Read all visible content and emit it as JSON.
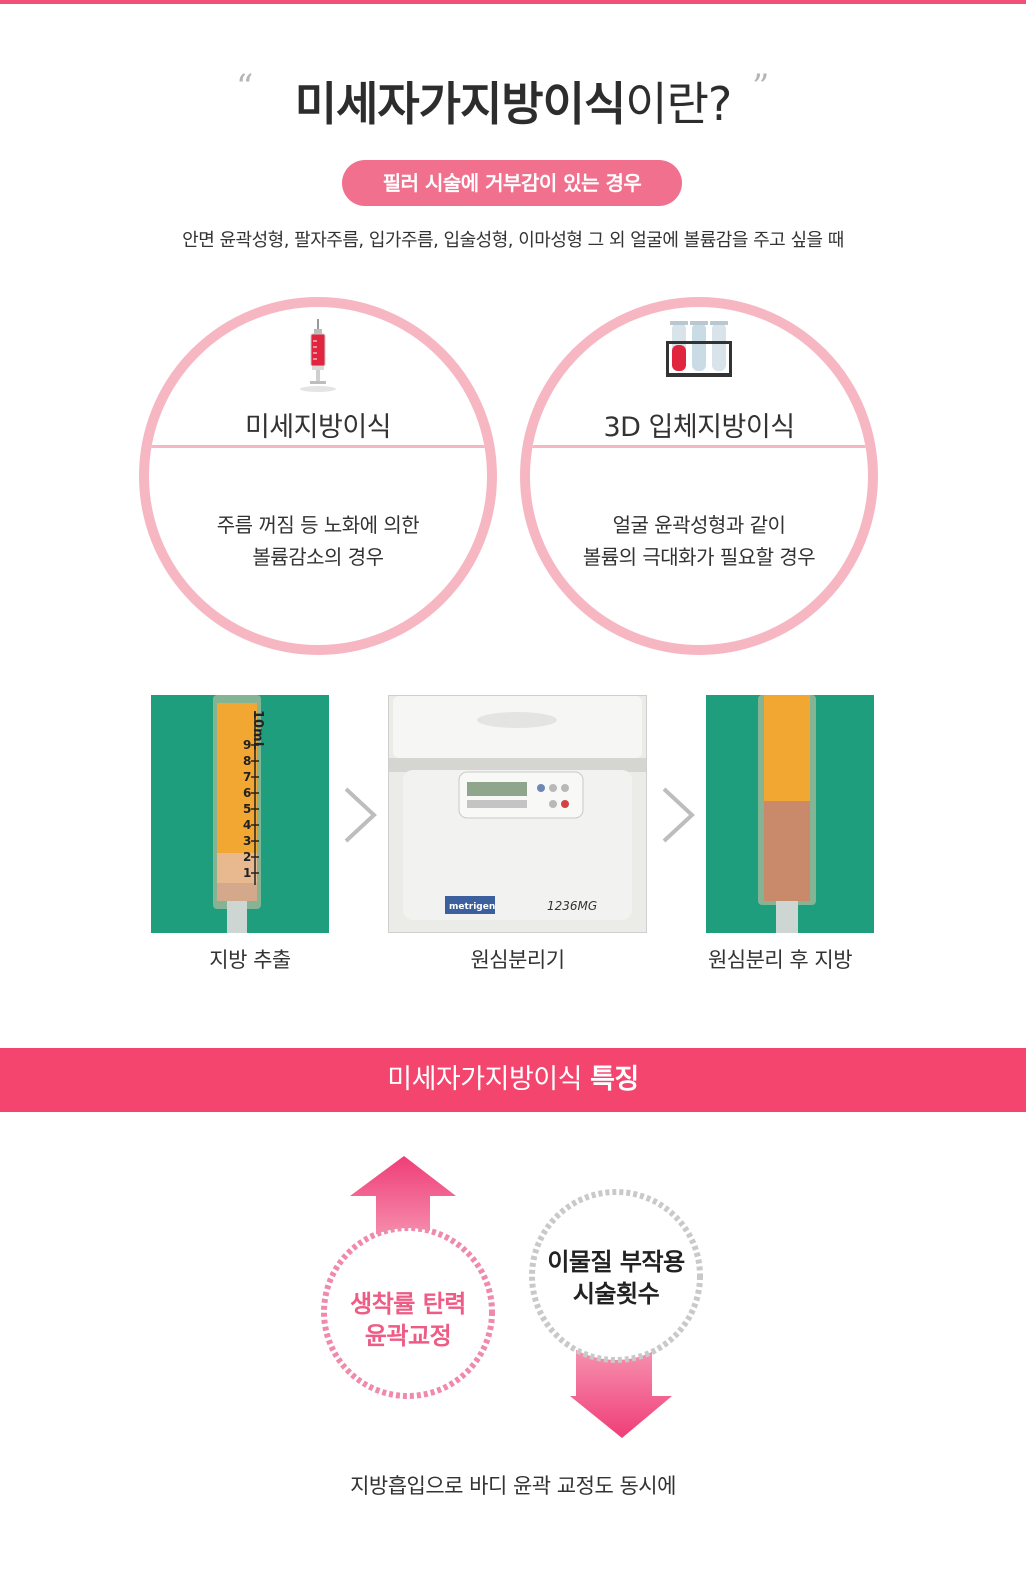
{
  "header": {
    "title_strong": "미세자가지방이식",
    "title_light": "이란?",
    "quote_open": "“",
    "quote_close": "”",
    "pill_label": "필러 시술에 거부감이 있는 경우",
    "subtitle": "안면 윤곽성형, 팔자주름, 입가주름, 입술성형, 이마성형 그 외 얼굴에 볼륨감을 주고 싶을 때"
  },
  "circles": [
    {
      "icon": "syringe-icon",
      "title": "미세지방이식",
      "desc_line1": "주름 꺼짐 등 노화에 의한",
      "desc_line2": "볼륨감소의 경우"
    },
    {
      "icon": "test-tubes-icon",
      "title": "3D 입체지방이식",
      "desc_line1": "얼굴 윤곽성형과 같이",
      "desc_line2": "볼륨의 극대화가 필요할 경우"
    }
  ],
  "process": {
    "steps": [
      {
        "caption": "지방 추출"
      },
      {
        "caption": "원심분리기"
      },
      {
        "caption": "원심분리 후 지방"
      }
    ],
    "syringe_label": "10mL",
    "centrifuge_brand": "metrigen",
    "centrifuge_model": "1236MG"
  },
  "features": {
    "band_light": "미세자가지방이식 ",
    "band_bold": "특징",
    "up_line1": "생착률 탄력",
    "up_line2": "윤곽교정",
    "down_line1": "이물질 부작용",
    "down_line2": "시술횟수",
    "bottom_text": "지방흡입으로 바디 윤곽 교정도 동시에"
  },
  "colors": {
    "accent": "#f4456e",
    "pill": "#f0708e",
    "circle_border": "#f6b7c3",
    "photo_green": "#1f9e7d"
  }
}
